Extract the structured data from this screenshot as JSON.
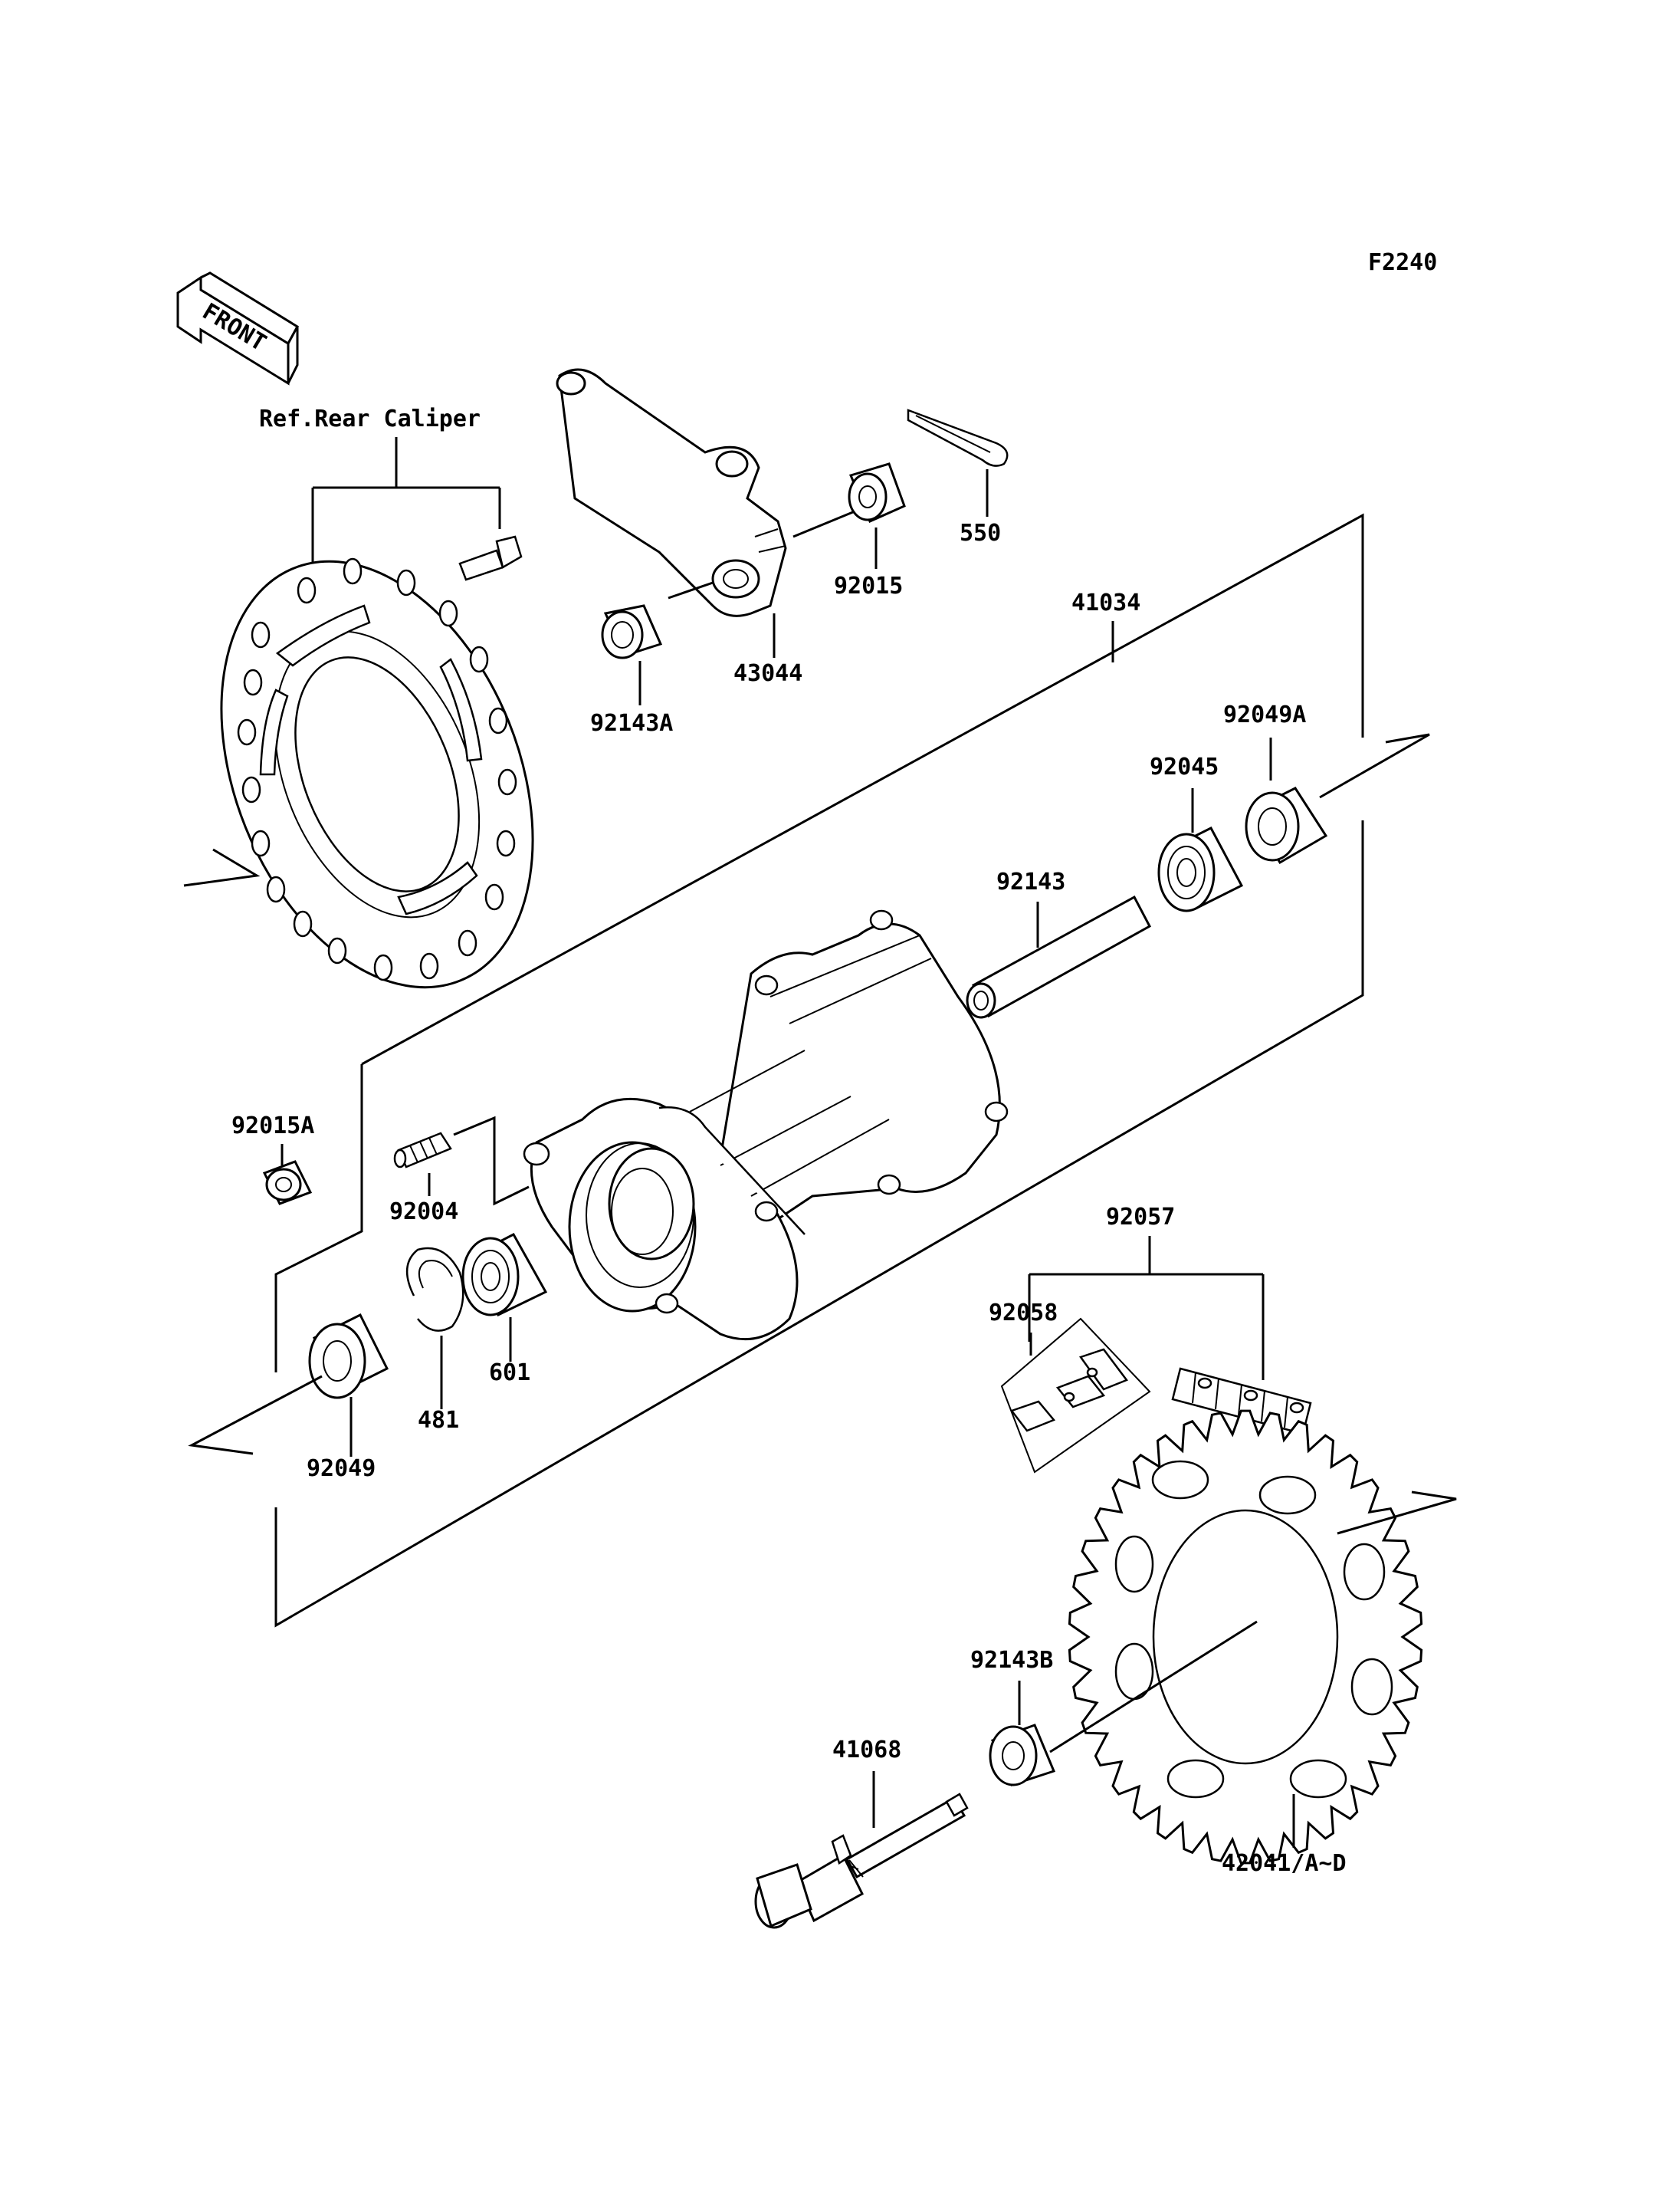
{
  "diagram": {
    "figure_code": "F2240",
    "front_label": "FRONT",
    "reference_note": "Ref.Rear Caliper",
    "part_labels": {
      "p550": "550",
      "p92015": "92015",
      "p43044": "43044",
      "p92143A": "92143A",
      "p41034": "41034",
      "p92049A": "92049A",
      "p92045": "92045",
      "p92143": "92143",
      "p92015A": "92015A",
      "p92004": "92004",
      "p92049": "92049",
      "p481": "481",
      "p601": "601",
      "p92057": "92057",
      "p92058": "92058",
      "p92143B": "92143B",
      "p41068": "41068",
      "p42041": "42041/A~D"
    }
  }
}
